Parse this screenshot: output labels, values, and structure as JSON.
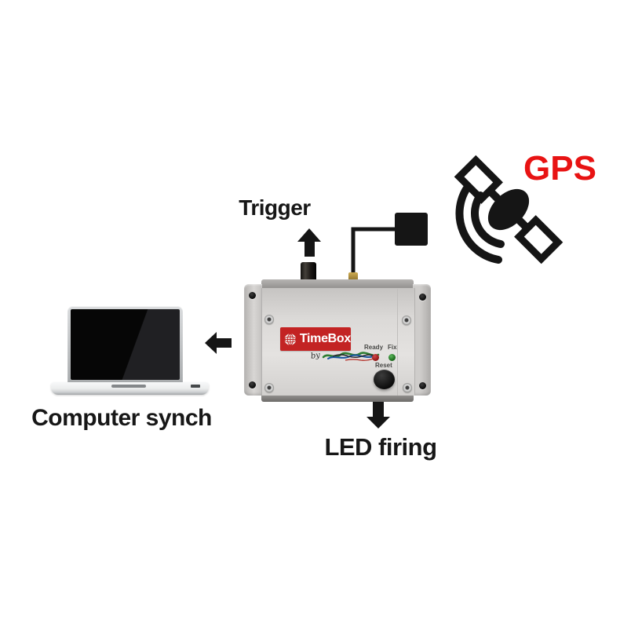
{
  "labels": {
    "gps": "GPS",
    "trigger": "Trigger",
    "computer_synch": "Computer synch",
    "led_firing": "LED firing"
  },
  "device": {
    "brand": "TimeBox",
    "brand_byline": "by",
    "ready_label": "Ready",
    "fix_label": "Fix",
    "reset_label": "Reset"
  },
  "colors": {
    "background": "#ffffff",
    "gps_text": "#e81313",
    "brand_label_bg": "#c32323",
    "brand_text": "#ffffff",
    "ready_led": "#8c1010",
    "fix_led": "#1e7a1e",
    "arrows_and_icons": "#151515",
    "device_body": "#d9d7d5",
    "laptop_screen": "#0a0a0a"
  },
  "icons": {
    "gps-satellite-icon": "satellite with solar panels and signal waves",
    "trigger-arrow-icon": "arrow up",
    "computer-arrow-icon": "arrow left",
    "led-firing-arrow-icon": "arrow down",
    "gps-antenna-icon": "black square antenna with cable",
    "globe-icon": "globe on brand label",
    "laptop-icon": "laptop computer"
  }
}
